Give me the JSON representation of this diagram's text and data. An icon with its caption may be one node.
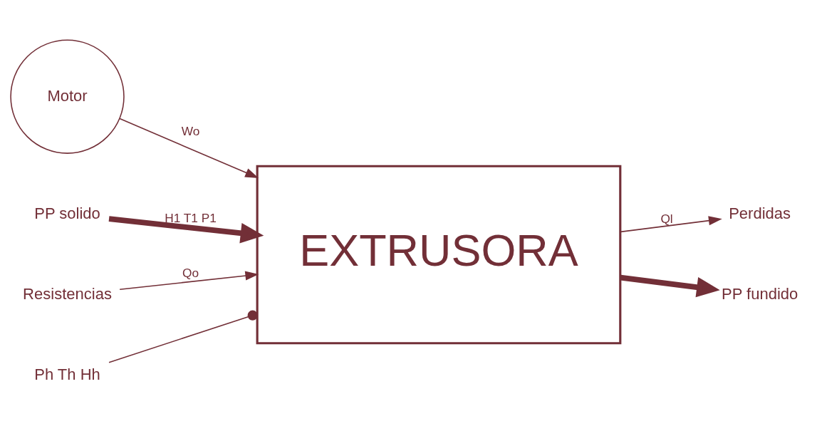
{
  "diagram": {
    "nodes": [
      {
        "text": [
          "Motor"
        ]
      },
      {
        "text": [
          "EXTRUSORA"
        ]
      },
      {
        "text": [
          "PP solido"
        ]
      },
      {
        "text": [
          "Perdidas"
        ]
      },
      {
        "text": [
          "Resistencias"
        ]
      },
      {
        "text": [
          "PP fundido"
        ]
      },
      {
        "text": [
          "Ph Th Hh"
        ]
      }
    ],
    "edges": [
      {
        "from": 2,
        "to": 1,
        "arrow": "to",
        "label": "H1 T1 P1",
        "style": "thick"
      },
      {
        "from": 1,
        "to": 3,
        "arrow": "to",
        "label": "Ql"
      },
      {
        "from": 0,
        "to": 1,
        "arrow": "to",
        "label": "Wo"
      },
      {
        "from": 1,
        "to": 5,
        "arrow": "to",
        "style": "thick"
      },
      {
        "from": 4,
        "to": 1,
        "arrow": "to",
        "label": "Qo"
      },
      {
        "from": 6,
        "to": 1,
        "arrow": "other"
      }
    ]
  }
}
